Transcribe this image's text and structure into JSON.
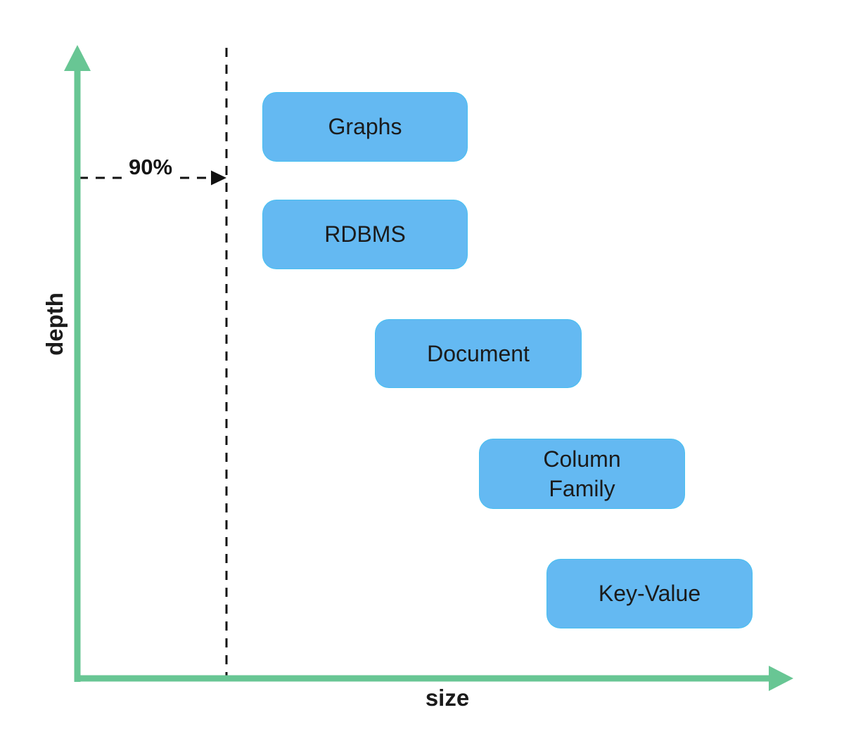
{
  "diagram": {
    "axes": {
      "y_label": "depth",
      "x_label": "size",
      "axis_color": "#68C694"
    },
    "threshold": {
      "label": "90%",
      "line_color": "#111111"
    },
    "nodes": [
      {
        "label": "Graphs"
      },
      {
        "label": "RDBMS"
      },
      {
        "label": "Document"
      },
      {
        "label": "Column\nFamily"
      },
      {
        "label": "Key-Value"
      }
    ],
    "node_color": "#64B9F2",
    "text_color": "#1b1b1b"
  }
}
